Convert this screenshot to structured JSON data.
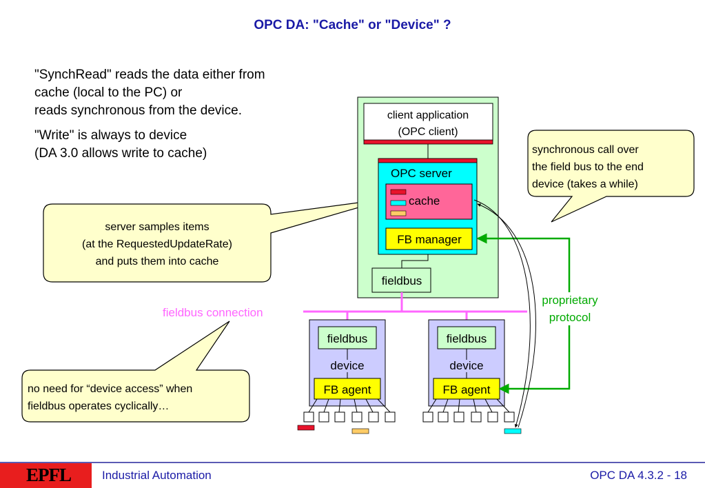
{
  "title": "OPC DA: \"Cache\" or \"Device\" ?",
  "intro": {
    "lines": [
      "\"SynchRead\" reads the data either from",
      "cache (local to the PC) or",
      "reads synchronous from the device."
    ],
    "write_lines": [
      "\"Write\" is always to device",
      "(DA 3.0 allows write to cache)"
    ]
  },
  "diagram": {
    "client_lines": [
      "client application",
      "(OPC client)"
    ],
    "opc_server": "OPC server",
    "cache": "cache",
    "fb_manager": "FB manager",
    "pc_fieldbus": "fieldbus",
    "device_fieldbus": "fieldbus",
    "device_label": "device",
    "fb_agent": "FB agent",
    "fieldbus_connection": "fieldbus connection",
    "proprietary_lines": [
      "proprietary",
      "protocol"
    ],
    "callout_sync_lines": [
      "synchronous call over",
      "the field bus to the end",
      "device (takes a while)"
    ],
    "callout_samples_lines": [
      "server samples items",
      "(at the RequestedUpdateRate)",
      "and puts them into cache"
    ],
    "callout_noneed_lines": [
      "no need for “device access” when",
      "fieldbus operates cyclically…"
    ],
    "colors": {
      "pc_green": "#ccffcc",
      "server_cyan": "#00ffff",
      "cache_pink": "#ff6699",
      "yellow": "#ffff00",
      "device_lavender": "#ccccff",
      "bus_pink": "#ff66ff",
      "green_arrow": "#00aa00",
      "red_bar": "#e8132b",
      "callout_fill": "#ffffcc"
    }
  },
  "footer": {
    "logo": "EPFL",
    "left": "Industrial Automation",
    "right": "OPC DA  4.3.2 - 18"
  }
}
